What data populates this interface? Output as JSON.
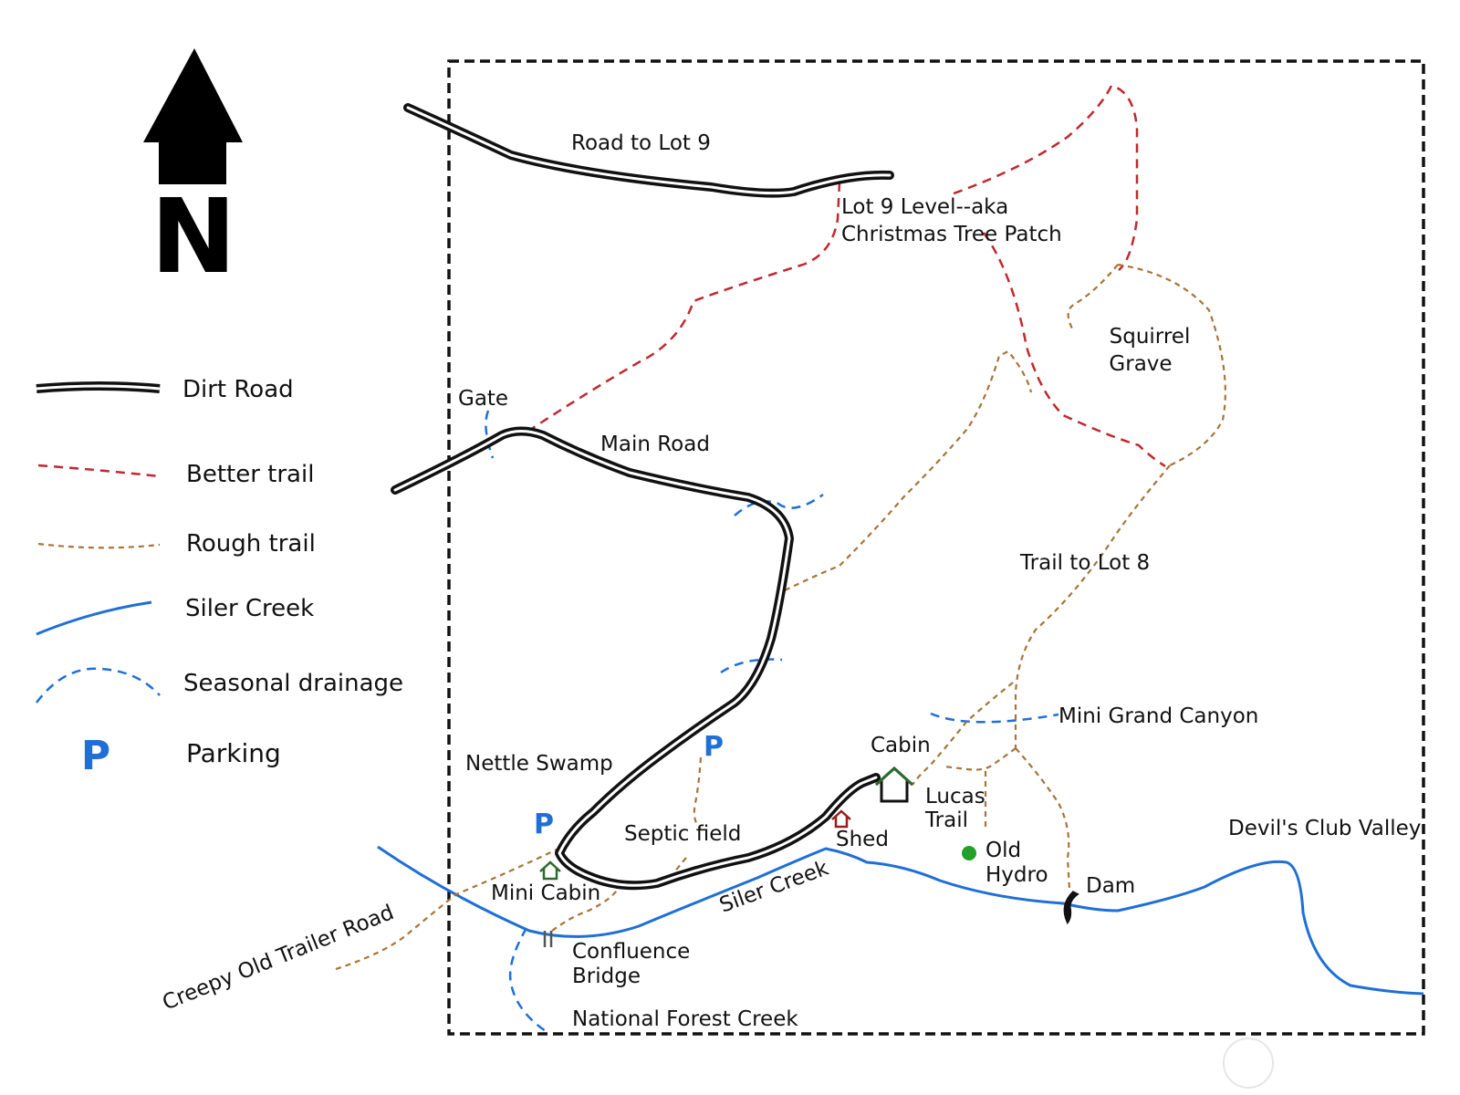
{
  "north": {
    "label": "N"
  },
  "legend": {
    "items": [
      {
        "label": "Dirt Road",
        "symbol": "double-line"
      },
      {
        "label": "Better trail",
        "symbol": "red-dashed-line"
      },
      {
        "label": "Rough trail",
        "symbol": "brown-dotted-line"
      },
      {
        "label": "Siler Creek",
        "symbol": "blue-solid-line"
      },
      {
        "label": "Seasonal drainage",
        "symbol": "blue-dashed-line"
      },
      {
        "label": "Parking",
        "symbol": "P"
      }
    ],
    "parking_glyph": "P"
  },
  "labels": {
    "road_to_lot9": "Road to Lot 9",
    "lot9_line1": "Lot 9 Level--aka",
    "lot9_line2": "Christmas Tree Patch",
    "gate": "Gate",
    "main_road": "Main Road",
    "squirrel_line1": "Squirrel",
    "squirrel_line2": "Grave",
    "trail_lot8": "Trail to Lot 8",
    "mini_grand_canyon": "Mini Grand Canyon",
    "cabin": "Cabin",
    "nettle_swamp": "Nettle Swamp",
    "lucas_line1": "Lucas",
    "lucas_line2": "Trail",
    "septic_field": "Septic field",
    "shed": "Shed",
    "old_line1": "Old",
    "old_line2": "Hydro",
    "devils_club": "Devil's Club Valley",
    "mini_cabin": "Mini Cabin",
    "dam": "Dam",
    "siler_creek": "Siler Creek",
    "creepy_road": "Creepy Old Trailer Road",
    "confluence_line1": "Confluence",
    "confluence_line2": "Bridge",
    "national_forest": "National Forest Creek",
    "parking_marker": "P"
  },
  "colors": {
    "road": "#111111",
    "better_trail": "#c0282d",
    "rough_trail": "#a8743a",
    "creek": "#1f6fd6",
    "parking": "#1f6fd6",
    "cabin_icon": "#2c6b2c",
    "shed_icon": "#9b1d1d",
    "hydro_dot": "#22a02a",
    "boundary": "#111111"
  }
}
